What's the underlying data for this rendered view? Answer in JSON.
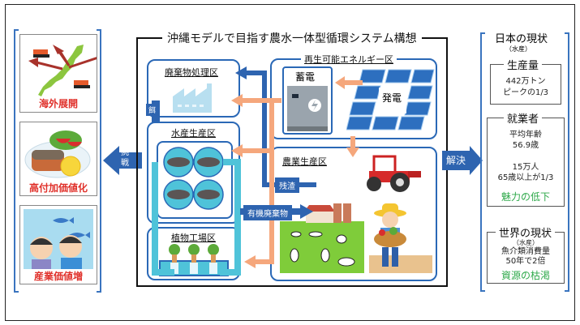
{
  "title": "沖縄モデルで目指す農水一体型循環システム構想",
  "left_panel": {
    "items": [
      {
        "label": "海外展開",
        "icon": "japan-map-ships-icon"
      },
      {
        "label": "高付加価値化",
        "icon": "fish-dish-icon"
      },
      {
        "label": "産業価値増",
        "icon": "aquarium-children-icon"
      }
    ],
    "arrow_label": "挑戦"
  },
  "zones": {
    "waste": {
      "title": "廃棄物処理区",
      "icon": "factory-icon"
    },
    "aquaculture": {
      "title": "水産生産区",
      "icon": "fish-tanks-icon"
    },
    "plant_factory": {
      "title": "植物工場区",
      "icon": "hydroponic-plants-icon"
    },
    "renewable": {
      "title": "再生可能エネルギー区",
      "storage_label": "蓄電",
      "generation_label": "発電"
    },
    "agriculture": {
      "title": "農業生産区",
      "icons": [
        "tractor-icon",
        "farm-cows-icon",
        "farmer-icon"
      ]
    }
  },
  "flow_labels": {
    "feed": "餌",
    "residue": "残渣",
    "organic_waste": "有機廃棄物"
  },
  "right_panel": {
    "arrow_label": "解決",
    "japan": {
      "title": "日本の現状",
      "subtitle": "（水産）",
      "production": {
        "title": "生産量",
        "lines": [
          "442万トン",
          "ピークの1/3"
        ]
      },
      "workers": {
        "title": "就業者",
        "lines": [
          "平均年齢",
          "56.9歳",
          "",
          "15万人",
          "65歳以上が1/3"
        ]
      },
      "conclusion": "魅力の低下"
    },
    "world": {
      "title": "世界の現状",
      "subtitle": "（水産）",
      "lines": [
        "魚介類消費量",
        "50年で2倍"
      ],
      "conclusion": "資源の枯渇"
    }
  },
  "colors": {
    "blue_arrow": "#2e64b0",
    "orange_arrow": "#f5a77c",
    "teal_pipe": "#4fc3d9",
    "red_text": "#e0312b",
    "green_text": "#2ea94a"
  }
}
